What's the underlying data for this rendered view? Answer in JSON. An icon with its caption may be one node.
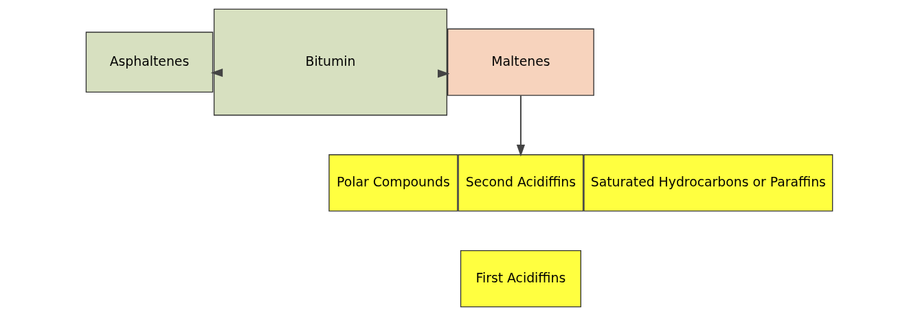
{
  "diagram": {
    "nodes": [
      {
        "text": [
          "Asphaltenes"
        ]
      },
      {
        "text": [
          "Bitumin"
        ]
      },
      {
        "text": [
          "Maltenes"
        ]
      },
      {
        "text": [
          "Polar Compounds"
        ]
      },
      {
        "text": [
          "Second Acidiffins"
        ]
      },
      {
        "text": [
          "Saturated Hydrocarbons or Paraffins"
        ]
      },
      {
        "text": [
          "First Acidiffins"
        ]
      }
    ],
    "edges": [
      {
        "from": 1,
        "to": 0,
        "arrow": "to"
      },
      {
        "from": 1,
        "to": 2,
        "arrow": "to"
      },
      {
        "from": 2,
        "to": 4,
        "arrow": "to"
      }
    ]
  }
}
